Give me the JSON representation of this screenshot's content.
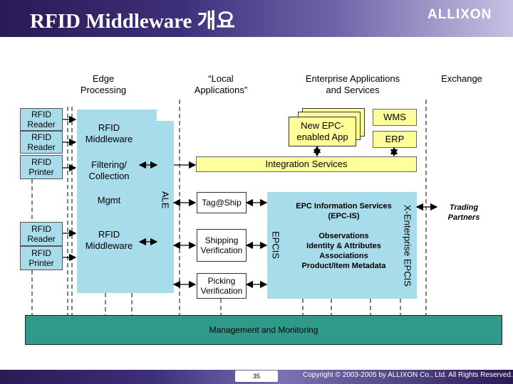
{
  "header": {
    "title": "RFID Middleware 개요",
    "logo": "ALLIXON"
  },
  "columns": {
    "edge": "Edge\nProcessing",
    "local": "“Local\nApplications”",
    "enterprise": "Enterprise Applications\nand Services",
    "exchange": "Exchange"
  },
  "devices_top": [
    "RFID\nReader",
    "RFID\nReader",
    "RFID\nPrinter"
  ],
  "devices_bottom": [
    "RFID\nReader",
    "RFID\nPrinter"
  ],
  "edge_boxes": {
    "middleware_top": "RFID\nMiddleware",
    "filtering": "Filtering/\nCollection",
    "mgmt": "Mgmt",
    "middleware_bottom": "RFID\nMiddleware"
  },
  "ale": "ALE",
  "apps": {
    "new_epc": "New EPC-\nenabled App",
    "wms": "WMS",
    "erp": "ERP"
  },
  "integration": "Integration Services",
  "local_apps": [
    "Tag@Ship",
    "Shipping\nVerification",
    "Picking\nVerification"
  ],
  "epcis": "EPCIS",
  "epc_is": {
    "title": "EPC Information Services\n(EPC-IS)",
    "details": "Observations\nIdentity & Attributes\nAssociations\nProduct/Item Metadata"
  },
  "x_epcis": "X-Enterprise EPCIS",
  "trading": "Trading\nPartners",
  "management": "Management and Monitoring",
  "footer": {
    "page": "35",
    "copyright": "Copyright © 2003-2005 by ALLIXON Co., Ltd. All Rights Reserved."
  },
  "colors": {
    "header": "#3e2f7a",
    "device_blue": "#a8dceb",
    "yellow": "#ffff99",
    "teal": "#2e9b8a"
  }
}
